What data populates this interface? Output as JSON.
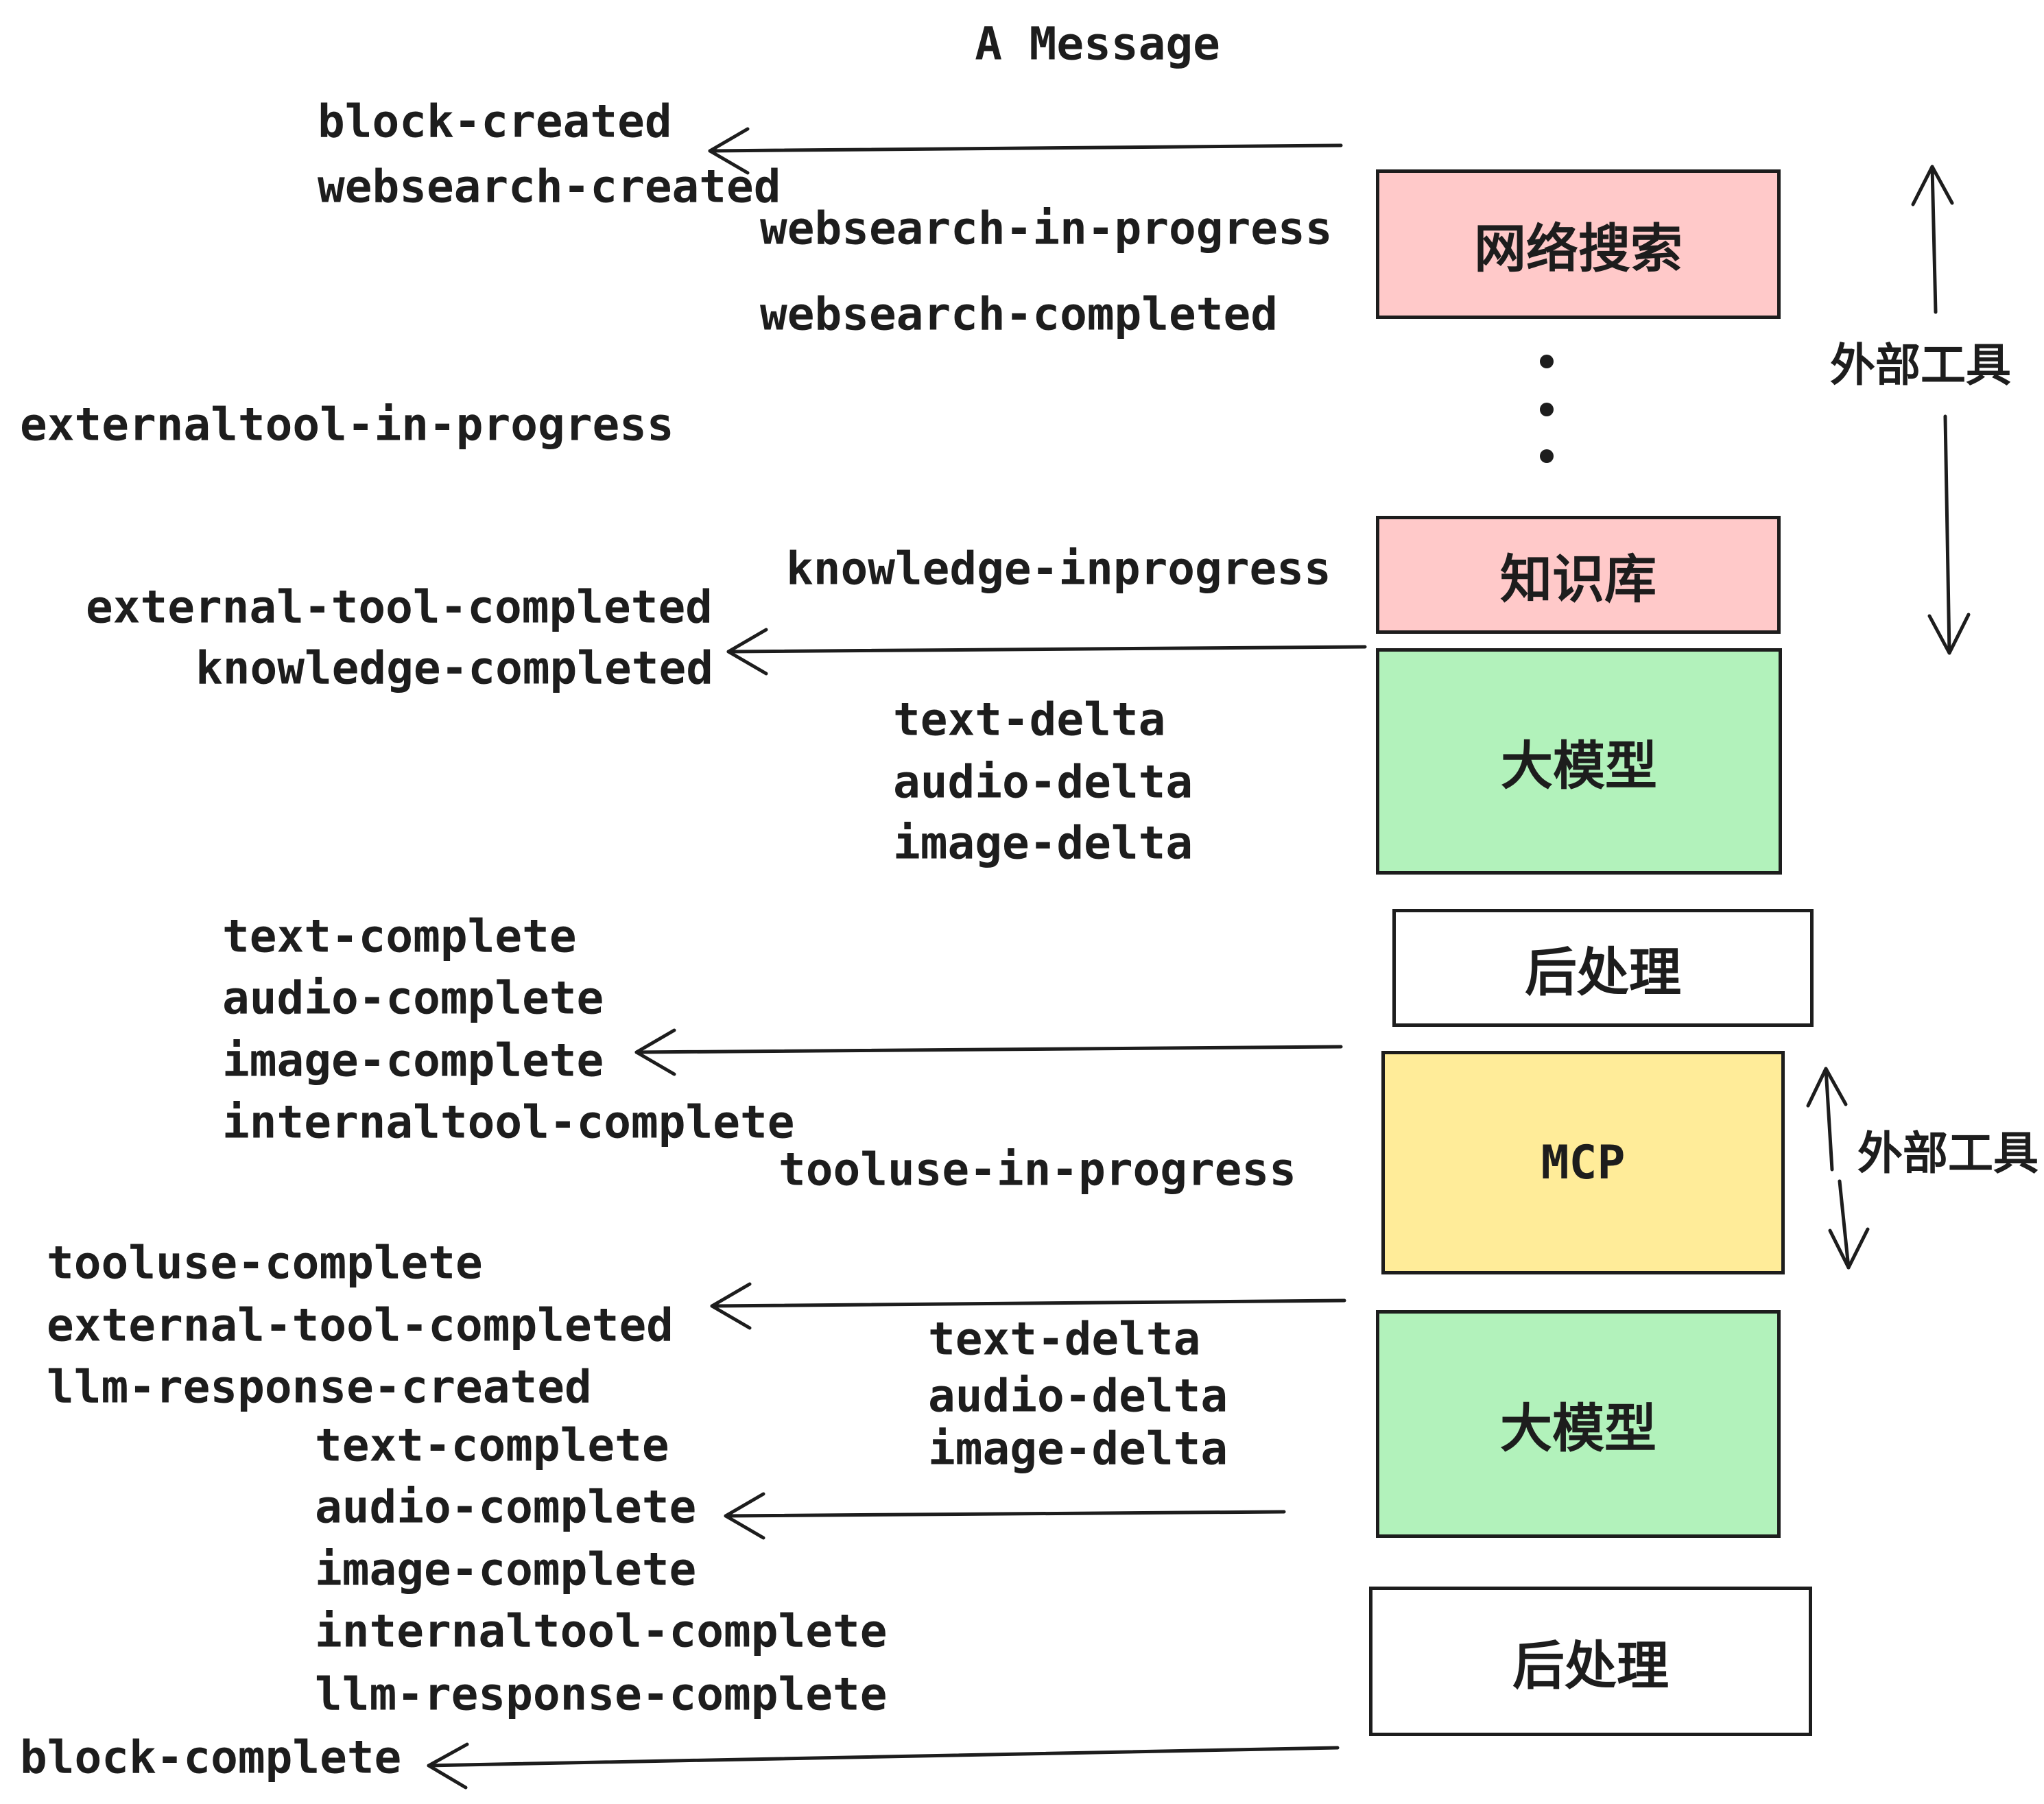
{
  "title": "A Message",
  "colors": {
    "pink": "#FFC9C9",
    "green": "#B2F2BB",
    "yellow": "#FFEC99",
    "white": "#FFFFFF",
    "ink": "#1d1d1d"
  },
  "diagram": {
    "boxes": [
      {
        "id": "websearch",
        "label": "网络搜索",
        "color": "#FFC9C9"
      },
      {
        "id": "knowledge",
        "label": "知识库",
        "color": "#FFC9C9"
      },
      {
        "id": "llm-1",
        "label": "大模型",
        "color": "#B2F2BB"
      },
      {
        "id": "post-1",
        "label": "后处理",
        "color": "#FFFFFF"
      },
      {
        "id": "mcp",
        "label": "MCP",
        "color": "#FFEC99"
      },
      {
        "id": "llm-2",
        "label": "大模型",
        "color": "#B2F2BB"
      },
      {
        "id": "post-2",
        "label": "后处理",
        "color": "#FFFFFF"
      }
    ],
    "annotations": [
      {
        "id": "external-tools-1",
        "label": "外部工具"
      },
      {
        "id": "external-tools-2",
        "label": "外部工具"
      }
    ],
    "events": [
      {
        "text": "block-created"
      },
      {
        "text": "websearch-created"
      },
      {
        "text": "websearch-in-progress"
      },
      {
        "text": "websearch-completed"
      },
      {
        "text": "externaltool-in-progress"
      },
      {
        "text": "knowledge-inprogress"
      },
      {
        "text": "external-tool-completed"
      },
      {
        "text": "knowledge-completed"
      },
      {
        "text": "text-delta"
      },
      {
        "text": "audio-delta"
      },
      {
        "text": "image-delta"
      },
      {
        "text": "text-complete"
      },
      {
        "text": "audio-complete"
      },
      {
        "text": "image-complete"
      },
      {
        "text": "internaltool-complete"
      },
      {
        "text": "tooluse-in-progress"
      },
      {
        "text": "tooluse-complete"
      },
      {
        "text": "external-tool-completed"
      },
      {
        "text": "llm-response-created"
      },
      {
        "text": "text-delta"
      },
      {
        "text": "audio-delta"
      },
      {
        "text": "image-delta"
      },
      {
        "text": "text-complete"
      },
      {
        "text": "audio-complete"
      },
      {
        "text": "image-complete"
      },
      {
        "text": "internaltool-complete"
      },
      {
        "text": "llm-response-complete"
      },
      {
        "text": "block-complete"
      }
    ]
  }
}
